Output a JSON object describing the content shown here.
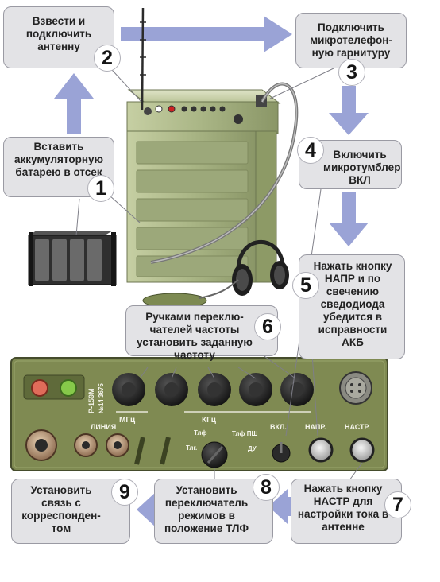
{
  "steps": [
    {
      "num": "2",
      "text": "Взвести и подключить антенну"
    },
    {
      "num": "3",
      "text": "Подключить микротелефон-ную гарнитуру"
    },
    {
      "num": "1",
      "text": "Вставить аккумуляторную батарею в отсек"
    },
    {
      "num": "4",
      "text": "Включить микротумблер ВКЛ"
    },
    {
      "num": "5",
      "text": "Нажать кнопку НАПР и по свечению сведодиода убедится в исправности АКБ"
    },
    {
      "num": "6",
      "text": "Ручками переклю-чателей частоты установить заданную частоту"
    },
    {
      "num": "9",
      "text": "Установить связь с корреспонден-том"
    },
    {
      "num": "8",
      "text": "Установить переключатель режимов в положение ТЛФ"
    },
    {
      "num": "7",
      "text": "Нажать кнопку НАСТР для настройки тока в антенне"
    }
  ],
  "panel": {
    "model": "Р-159М",
    "serial": "№14 3675",
    "mhz": "МГц",
    "khz": "КГц",
    "line": "ЛИНИЯ",
    "tlf": "Тлф",
    "tlg": "Тлг.",
    "tlf_psh": "Тлф ПШ",
    "du": "ДУ",
    "vkl": "ВКЛ.",
    "napr": "НАПР.",
    "nastr": "НАСТР."
  },
  "colors": {
    "radio_green": "#a9b585",
    "panel_green": "#7f8a52",
    "arrow": "#9aa3d6",
    "callout_fill": "#e3e3e6"
  }
}
